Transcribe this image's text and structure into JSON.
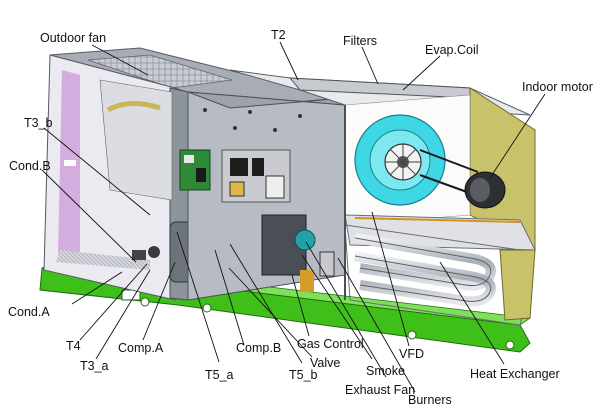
{
  "labels": {
    "outdoor_fan": "Outdoor fan",
    "t2": "T2",
    "filters": "Filters",
    "evap_coil": "Evap.Coil",
    "indoor_motor": "Indoor motor",
    "t3_b": "T3_b",
    "cond_b": "Cond.B",
    "cond_a": "Cond.A",
    "t4": "T4",
    "t3_a": "T3_a",
    "comp_a": "Comp.A",
    "t5_a": "T5_a",
    "comp_b": "Comp.B",
    "t5_b": "T5_b",
    "valve": "Valve",
    "gas_control": "Gas Control",
    "smoke": "Smoke",
    "exhaust_fan": "Exhaust Fan",
    "vfd": "VFD",
    "burners": "Burners",
    "heat_exchanger": "Heat Exchanger"
  },
  "colors": {
    "frame_green": "#3fbf1a",
    "cabinet_grey": "#9aa0a8",
    "panel_olive": "#c8c26a",
    "blower_cyan": "#3fd6e6",
    "circuit_board": "#2e8a36",
    "heat_exchanger": "#b0b4bc",
    "accent_purple": "#c07ad0",
    "leader_line": "#111111"
  }
}
